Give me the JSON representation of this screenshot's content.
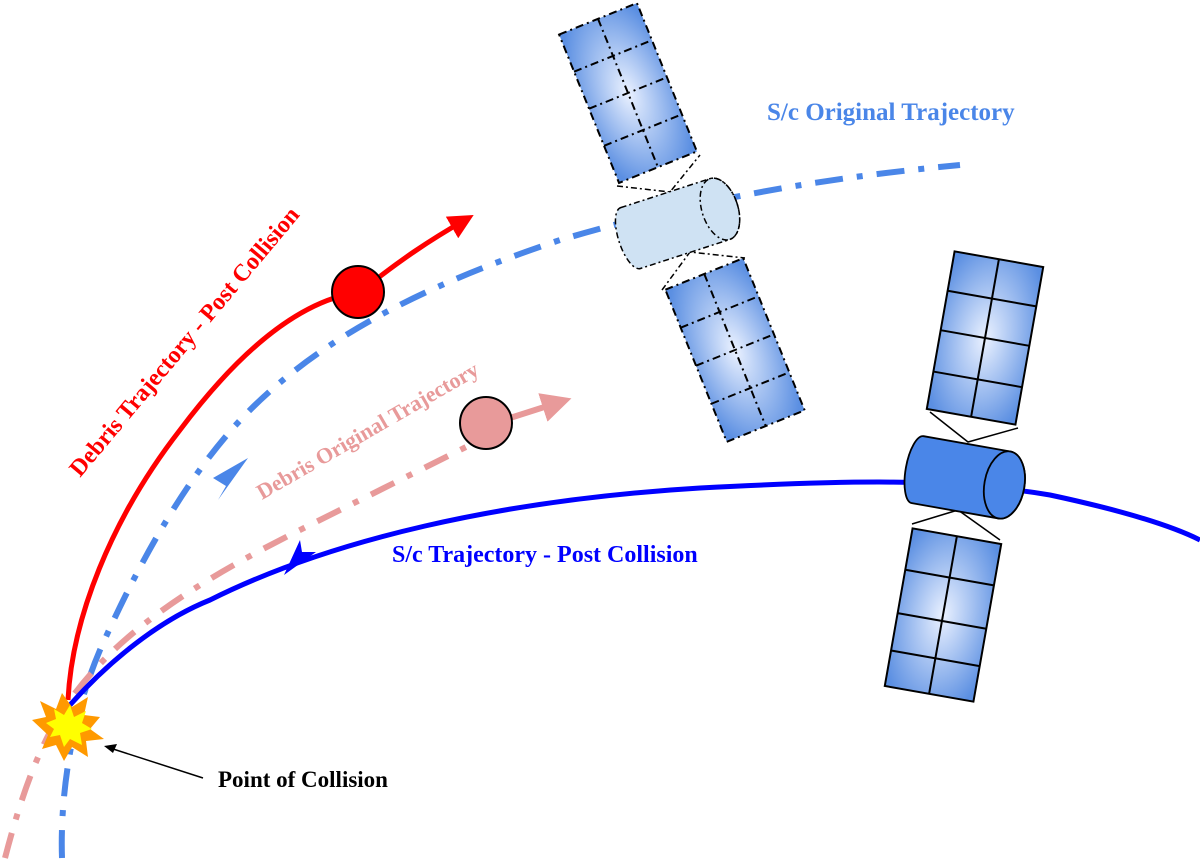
{
  "diagram": {
    "title": "Spacecraft-debris collision trajectories",
    "labels": {
      "sc_original": "S/c Original Trajectory",
      "sc_post": "S/c Trajectory - Post Collision",
      "debris_post": "Debris Trajectory - Post Collision",
      "debris_original": "Debris Original Trajectory",
      "collision_point": "Point of Collision"
    },
    "colors": {
      "sc_original": "#4a86e8",
      "sc_post": "#0000ff",
      "debris_post": "#ff0000",
      "debris_original": "#e89a9a",
      "collision_outer": "#ff9900",
      "collision_inner": "#ffff00",
      "ghost_body": "#cfe2f3",
      "solid_body": "#4a86e8",
      "panel_dark": "#5a8fe0",
      "panel_light": "#e6efff",
      "annotation": "#000000"
    },
    "elements": [
      {
        "id": "sc-original",
        "kind": "trajectory",
        "style": "dash-dot",
        "label": "S/c Original Trajectory"
      },
      {
        "id": "sc-post",
        "kind": "trajectory",
        "style": "solid-arrow",
        "label": "S/c Trajectory - Post Collision"
      },
      {
        "id": "debris-post",
        "kind": "trajectory",
        "style": "solid-arrow",
        "label": "Debris Trajectory - Post Collision"
      },
      {
        "id": "debris-original",
        "kind": "trajectory",
        "style": "dash-dot",
        "label": "Debris Original Trajectory"
      },
      {
        "id": "ghost-satellite",
        "kind": "spacecraft",
        "state": "original position"
      },
      {
        "id": "satellite",
        "kind": "spacecraft",
        "state": "post collision position"
      },
      {
        "id": "debris-post-body",
        "kind": "debris"
      },
      {
        "id": "debris-original-body",
        "kind": "debris"
      },
      {
        "id": "collision",
        "kind": "burst",
        "label": "Point of Collision"
      }
    ]
  }
}
